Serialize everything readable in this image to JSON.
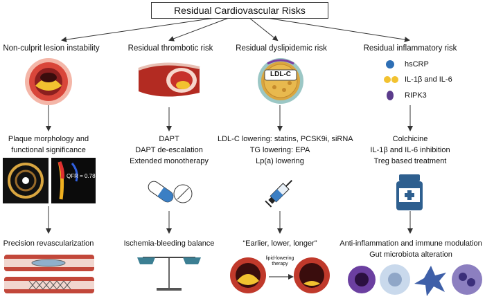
{
  "title": "Residual Cardiovascular Risks",
  "columns": [
    {
      "header": "Non-culprit lesion instability",
      "step2": [
        "Plaque morphology and",
        "functional significance"
      ],
      "qfr_label": "QFR = 0.78",
      "step3": "Precision revascularization"
    },
    {
      "header": "Residual thrombotic risk",
      "step2": [
        "DAPT",
        "DAPT de-escalation",
        "Extended monotherapy"
      ],
      "step3": "Ischemia-bleeding balance"
    },
    {
      "header": "Residual dyslipidemic  risk",
      "badge": "LDL-C",
      "step2": [
        "LDL-C lowering: statins, PCSK9i, siRNA",
        "TG lowering: EPA",
        "Lp(a) lowering"
      ],
      "step3": "“Earlier, lower, longer”",
      "therapy_label": [
        "lipid-lowering",
        "therapy"
      ]
    },
    {
      "header": "Residual inflammatory risk",
      "legend": [
        "hsCRP",
        "IL-1β and IL-6",
        "RIPK3"
      ],
      "step2": [
        "Colchicine",
        "IL-1β and IL-6 inhibition",
        "Treg based treatment"
      ],
      "step3": [
        "Anti-inflammation and immune modulation",
        "Gut microbiota alteration"
      ]
    }
  ],
  "colors": {
    "line": "#333333",
    "vessel_red": "#c0392b",
    "plaque_yellow": "#f2c230",
    "lumen_dark": "#3a0d0d",
    "blue_dot": "#2e6fb5",
    "purple": "#5b3c8c",
    "pill_blue": "#3b7fc4",
    "bottle_blue": "#2e5f8f",
    "scale_teal": "#3c7f93"
  }
}
